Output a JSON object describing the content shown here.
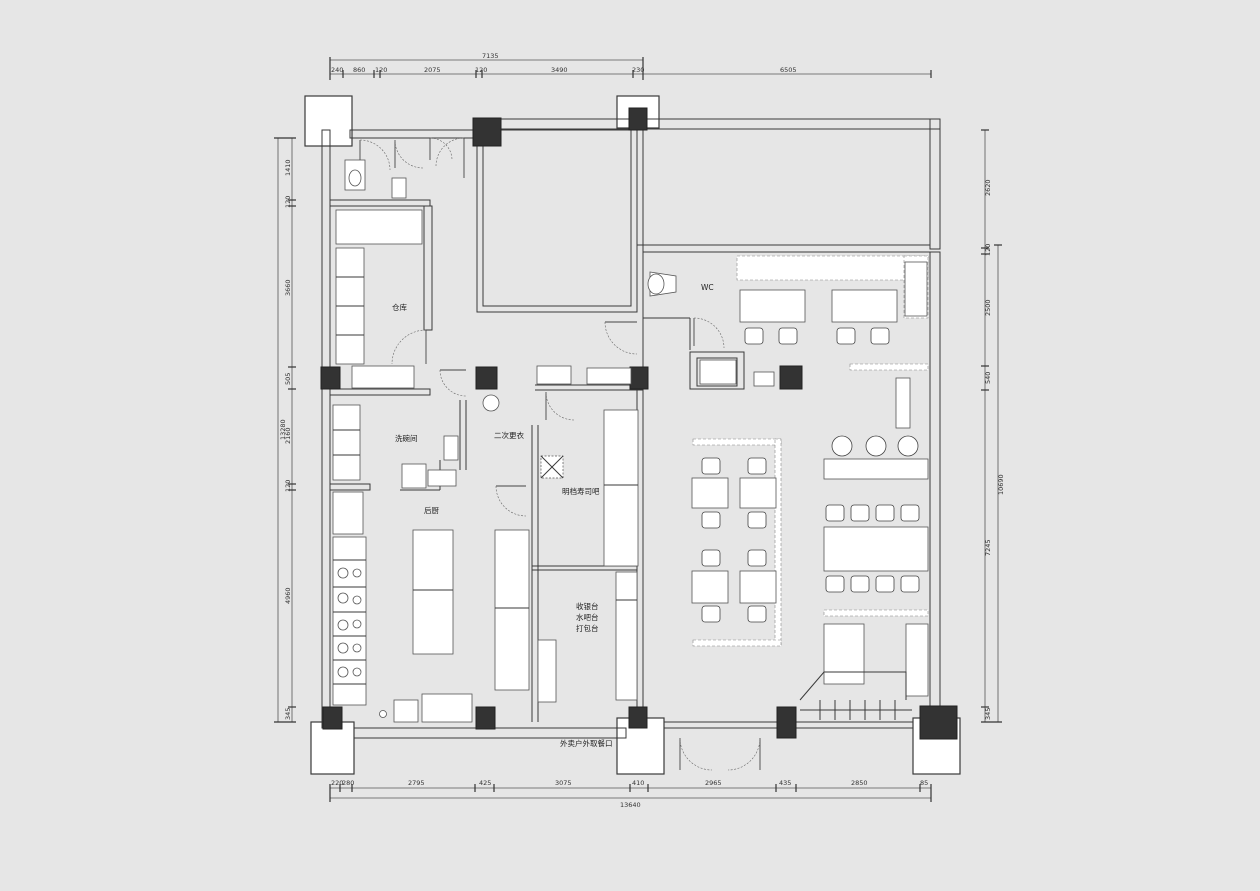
{
  "rooms": {
    "warehouse": "仓库",
    "wc": "WC",
    "dishwash": "洗碗间",
    "change": "二次更衣",
    "kitchen": "后厨",
    "sushi_bar": "明档寿司吧",
    "cashier_1": "收银台",
    "cashier_2": "水吧台",
    "cashier_3": "打包台",
    "entrance": "外卖户外取餐口"
  },
  "dims_top": {
    "overall": "7135",
    "d1": "240",
    "d2": "860",
    "d3": "120",
    "d4": "2075",
    "d5": "120",
    "d6": "3490",
    "d7": "230",
    "d8": "6505"
  },
  "dims_bottom": {
    "overall": "13640",
    "d1": "220",
    "d2": "280",
    "d3": "2795",
    "d4": "425",
    "d5": "3075",
    "d6": "410",
    "d7": "2965",
    "d8": "435",
    "d9": "2850",
    "d10": "85"
  },
  "dims_left": {
    "overall": "13280",
    "d1": "1410",
    "d2": "120",
    "d3": "3660",
    "d4": "505",
    "d5": "2160",
    "d6": "120",
    "d7": "4960",
    "d8": "345"
  },
  "dims_right": {
    "overall": "10690",
    "d1": "2620",
    "d2": "120",
    "d3": "2500",
    "d4": "540",
    "d5": "7245",
    "d6": "345"
  },
  "colors": {
    "background": "#e6e6e6",
    "wall": "#3a3a3a",
    "column": "#333333"
  }
}
